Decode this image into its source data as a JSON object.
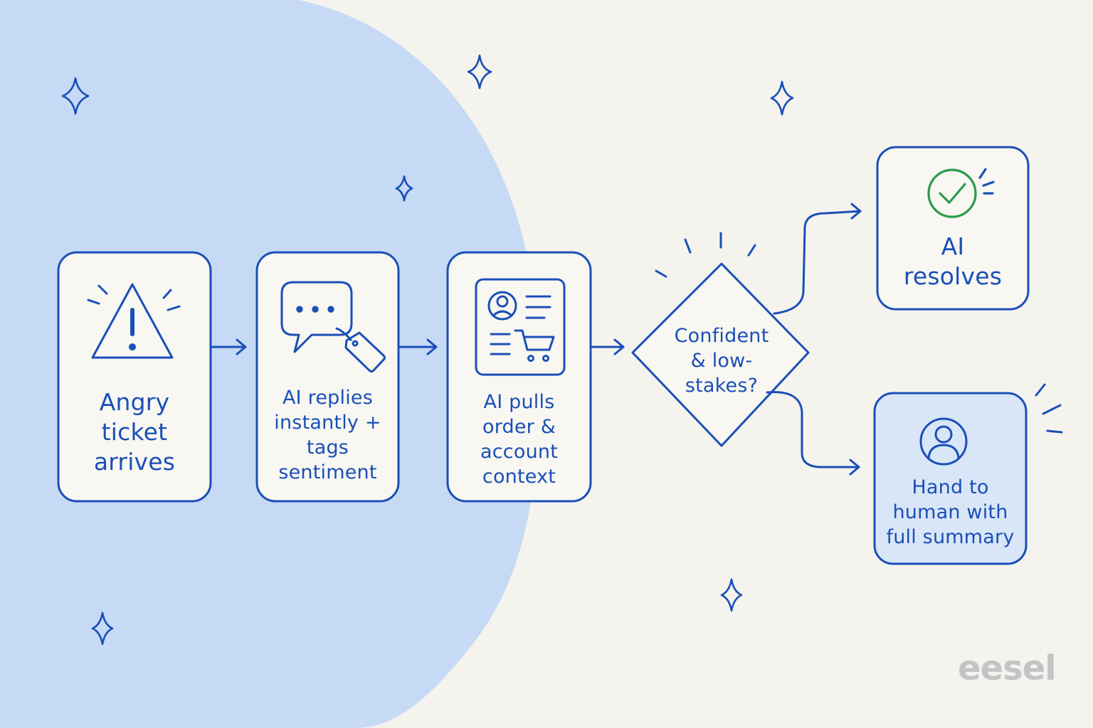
{
  "colors": {
    "background": "#f4f3ee",
    "blob": "#c7daf5",
    "stroke": "#1a4fb8",
    "card_fill": "#f8f7f2",
    "highlight_fill": "#d9e6f8",
    "success": "#2b9a4c",
    "brand": "#c2c4c6"
  },
  "steps": [
    {
      "icon": "warning-icon",
      "lines": [
        "Angry",
        "ticket",
        "arrives"
      ]
    },
    {
      "icon": "chat-tag-icon",
      "lines": [
        "AI replies",
        "instantly +",
        "tags",
        "sentiment"
      ]
    },
    {
      "icon": "account-cart-icon",
      "lines": [
        "AI pulls",
        "order &",
        "account",
        "context"
      ]
    }
  ],
  "decision": {
    "lines": [
      "Confident",
      "& low-",
      "stakes?"
    ]
  },
  "outcomes": [
    {
      "icon": "check-circle-icon",
      "lines": [
        "AI",
        "resolves"
      ]
    },
    {
      "icon": "user-circle-icon",
      "lines": [
        "Hand to",
        "human with",
        "full summary"
      ]
    }
  ],
  "brand": "eesel"
}
